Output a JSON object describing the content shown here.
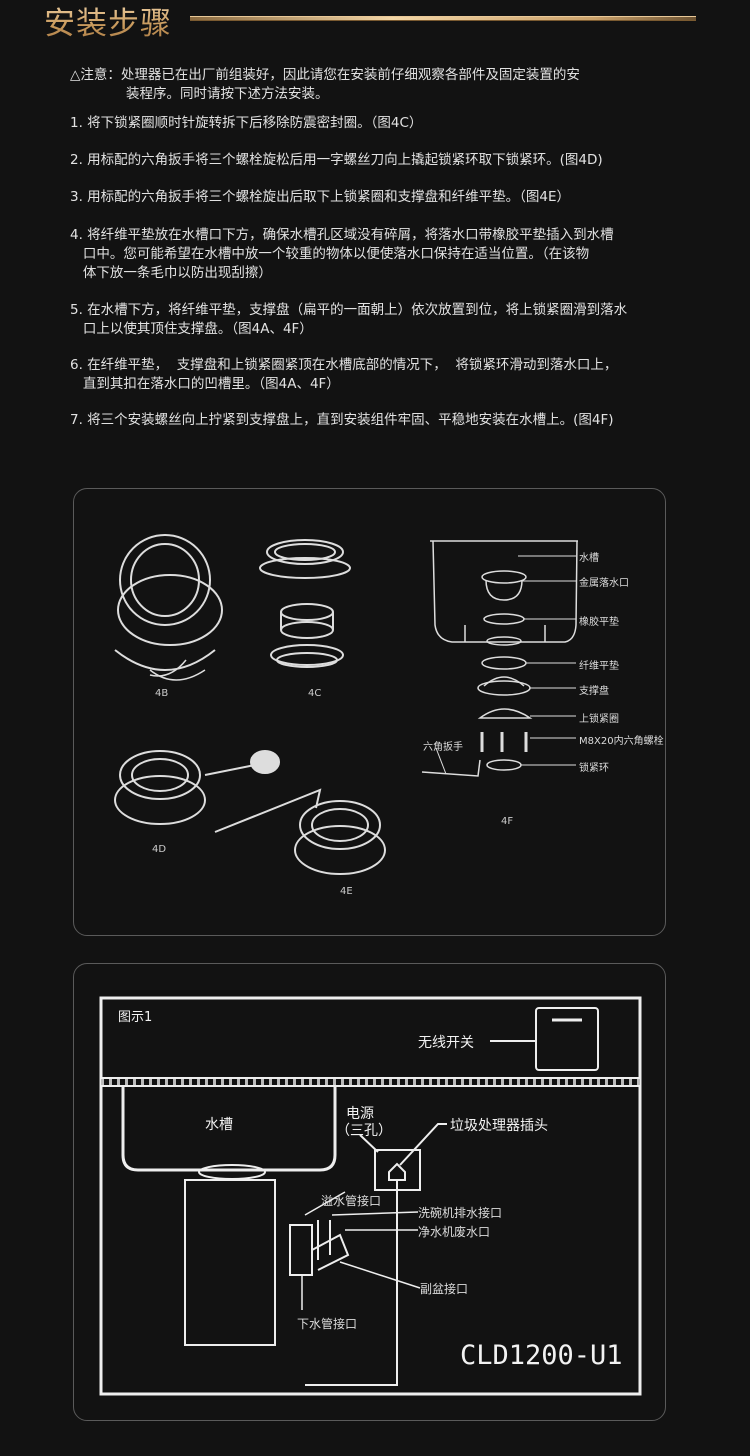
{
  "header": {
    "title": "安装步骤"
  },
  "notice": {
    "icon": "warning-triangle-icon",
    "prefix": "△注意：",
    "line1": "处理器已在出厂前组装好，因此请您在安装前仔细观察各部件及固定装置的安",
    "line2": "装程序。同时请按下述方法安装。"
  },
  "steps": [
    {
      "lines": [
        "1. 将下锁紧圈顺时针旋转拆下后移除防震密封圈。（图4C）"
      ]
    },
    {
      "lines": [
        "2. 用标配的六角扳手将三个螺栓旋松后用一字螺丝刀向上撬起锁紧环取下锁紧环。(图4D)"
      ]
    },
    {
      "lines": [
        "3. 用标配的六角扳手将三个螺栓旋出后取下上锁紧圈和支撑盘和纤维平垫。（图4E）"
      ]
    },
    {
      "lines": [
        "4. 将纤维平垫放在水槽口下方，确保水槽孔区域没有碎屑，将落水口带橡胶平垫插入到水槽",
        "   口中。您可能希望在水槽中放一个较重的物体以便使落水口保持在适当位置。（在该物",
        "   体下放一条毛巾以防出现刮擦）"
      ]
    },
    {
      "lines": [
        "5. 在水槽下方，将纤维平垫，支撑盘（扁平的一面朝上）依次放置到位，将上锁紧圈滑到落水",
        "   口上以使其顶住支撑盘。（图4A、4F）"
      ]
    },
    {
      "lines": [
        "6. 在纤维平垫，  支撑盘和上锁紧圈紧顶在水槽底部的情况下，  将锁紧环滑动到落水口上，",
        "   直到其扣在落水口的凹槽里。（图4A、4F）"
      ]
    },
    {
      "lines": [
        "7. 将三个安装螺丝向上拧紧到支撑盘上，直到安装组件牢固、平稳地安装在水槽上。(图4F)"
      ]
    }
  ],
  "figures": {
    "f4b": "4B",
    "f4c": "4C",
    "f4d": "4D",
    "f4e": "4E",
    "f4f": "4F"
  },
  "parts": {
    "sink": "水槽",
    "drain": "金属落水口",
    "rubber": "橡胶平垫",
    "fiber": "纤维平垫",
    "support": "支撑盘",
    "upper_ring": "上锁紧圈",
    "bolt": "M8X20内六角螺栓",
    "lock_ring": "锁紧环",
    "wrench": "六角扳手"
  },
  "diagram": {
    "title": "图示1",
    "switch": "无线开关",
    "sink": "水槽",
    "power": "电源",
    "power2": "（三孔）",
    "plug": "垃圾处理器插头",
    "overflow": "溢水管接口",
    "dishwasher": "洗碗机排水接口",
    "purifier": "净水机废水口",
    "sub_basin": "副盆接口",
    "drain_pipe": "下水管接口",
    "model": "CLD1200-U1"
  },
  "colors": {
    "gold": "#d9b27a",
    "bg": "#121212"
  }
}
